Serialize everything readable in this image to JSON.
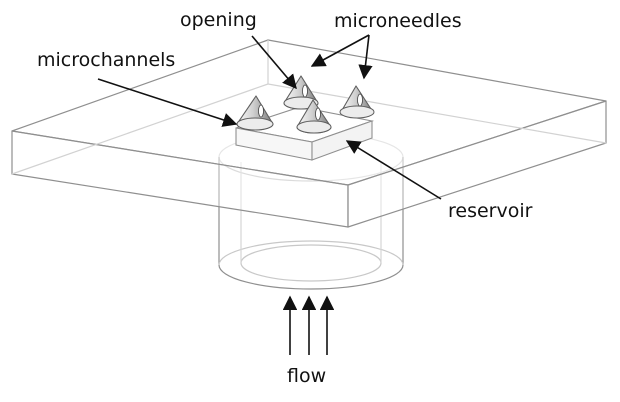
{
  "labels": {
    "opening": "opening",
    "microneedles": "microneedles",
    "microchannels": "microchannels",
    "reservoir": "reservoir",
    "flow": "flow"
  },
  "colors": {
    "line": "#8f8f8f",
    "ghost": "#c8c8c8",
    "text": "#111111",
    "needle_dark": "#666666",
    "needle_light": "#f4f4f4"
  }
}
